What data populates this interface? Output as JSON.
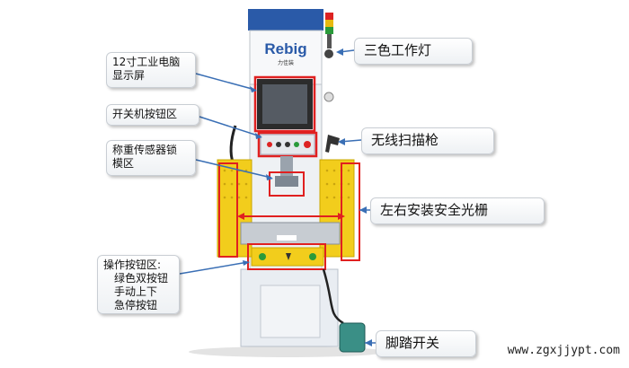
{
  "brand": {
    "logo": "Rebig",
    "sub": "力佳装"
  },
  "callouts": {
    "computer": [
      "12寸工业电脑",
      "显示屏"
    ],
    "power_buttons": [
      "开关机按钮区"
    ],
    "load_cell": [
      "称重传感器锁",
      "模区"
    ],
    "operation": [
      "操作按钮区:",
      "绿色双按钮",
      "手动上下",
      "急停按钮"
    ],
    "tri_light": "三色工作灯",
    "scanner": "无线扫描枪",
    "light_curtain": "左右安装安全光栅",
    "foot_switch": "脚踏开关"
  },
  "watermark": "www.zgxjjypt.com",
  "colors": {
    "machine_blue": "#2a5aa8",
    "guard_yellow": "#f2cd1c",
    "highlight_red": "#e02020",
    "arrow_blue": "#3a6fb5"
  }
}
